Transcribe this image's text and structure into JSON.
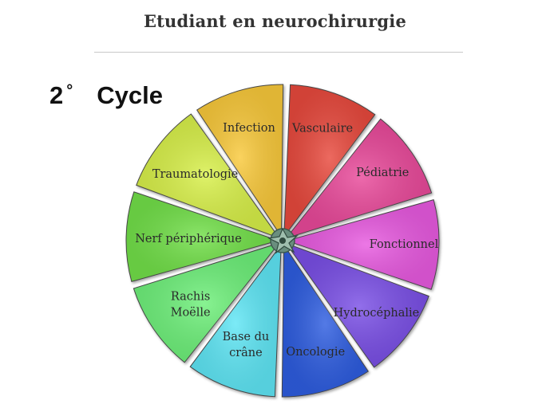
{
  "header": {
    "title": "Etudiant en neurochirurgie"
  },
  "cycle": {
    "number": "2",
    "degree": "°",
    "label": "Cycle"
  },
  "wheel": {
    "segments": [
      {
        "id": "vasculaire",
        "label": [
          "Vasculaire"
        ],
        "color": "#e8493c"
      },
      {
        "id": "pediatrie",
        "label": [
          "Pédiatrie"
        ],
        "color": "#e94a9a"
      },
      {
        "id": "fonctionnel",
        "label": [
          "Fonctionnel"
        ],
        "color": "#e85ae0"
      },
      {
        "id": "hydrocephalie",
        "label": [
          "Hydrocéphalie"
        ],
        "color": "#7a4fe6"
      },
      {
        "id": "oncologie",
        "label": [
          "Oncologie"
        ],
        "color": "#2f5de0"
      },
      {
        "id": "base-du-crane",
        "label": [
          "Base du",
          "crâne"
        ],
        "color": "#5ee6f5"
      },
      {
        "id": "rachis-moelle",
        "label": [
          "Rachis",
          "Moëlle"
        ],
        "color": "#6ef07a"
      },
      {
        "id": "nerf-peripherique",
        "label": [
          "Nerf périphérique"
        ],
        "color": "#72e048"
      },
      {
        "id": "traumatologie",
        "label": [
          "Traumatologie"
        ],
        "color": "#d8f048"
      },
      {
        "id": "infection",
        "label": [
          "Infection"
        ],
        "color": "#f9c93a"
      }
    ],
    "hub_icon": "neuron-icon"
  }
}
